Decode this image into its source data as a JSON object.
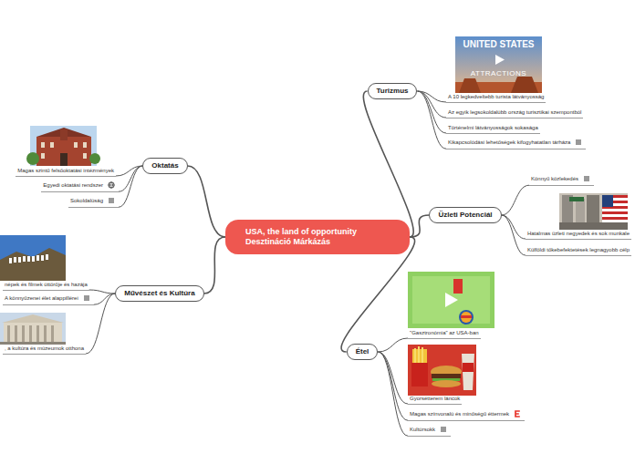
{
  "diagram": {
    "nodes": [
      {
        "text": [
          "USA, the land of opportunity Desztináció Márkázás"
        ]
      },
      {
        "text": [
          "Turizmus"
        ]
      },
      {
        "text": [
          "A 10 legkedveltebb turista látványosság"
        ]
      },
      {
        "text": [
          "Az egyik legsokoldalúbb ország turisztikai szempontból"
        ]
      },
      {
        "text": [
          "Történelmi látványosságok sokasága"
        ]
      },
      {
        "text": [
          "Kikapcsolódási lehetőségek kifogyhatatlan tárháza"
        ]
      },
      {
        "text": [
          "Oktatás"
        ]
      },
      {
        "text": [
          "Magas szintű felsőoktatási intézmények"
        ]
      },
      {
        "text": [
          "Egyedi oktatási rendszer"
        ]
      },
      {
        "text": [
          "Sokoldalúság"
        ]
      },
      {
        "text": [
          "Üzleti Potenciál"
        ]
      },
      {
        "text": [
          "Könnyű közlekedés"
        ]
      },
      {
        "text": [
          "Hatalmas üzleti negyedek és sok munkale"
        ]
      },
      {
        "text": [
          "Külföldi tőkebefektetések legnagyobb célp"
        ]
      },
      {
        "text": [
          "Művészet és Kultúra"
        ]
      },
      {
        "text": [
          "népek és filmek úttörője és hazája"
        ]
      },
      {
        "text": [
          "A könnyűzenei élet alappillérei"
        ]
      },
      {
        "text": [
          ", a kultúra és múzeumok otthona"
        ]
      },
      {
        "text": [
          "Étel"
        ]
      },
      {
        "text": [
          "\"Gasztronómia\" az USA-ban"
        ]
      },
      {
        "text": [
          "Gyorsétterem láncok"
        ]
      },
      {
        "text": [
          "Magas színvonalú és minőségű éttermek"
        ]
      },
      {
        "text": [
          "Kultúrsokk"
        ]
      }
    ],
    "edges": [
      {
        "from": 0,
        "to": 1,
        "arrow": "none"
      },
      {
        "from": 0,
        "to": 6,
        "arrow": "none"
      },
      {
        "from": 0,
        "to": 10,
        "arrow": "none"
      },
      {
        "from": 0,
        "to": 14,
        "arrow": "none"
      },
      {
        "from": 0,
        "to": 18,
        "arrow": "none"
      },
      {
        "from": 1,
        "to": 2,
        "arrow": "none"
      },
      {
        "from": 1,
        "to": 3,
        "arrow": "none"
      },
      {
        "from": 1,
        "to": 4,
        "arrow": "none"
      },
      {
        "from": 1,
        "to": 5,
        "arrow": "none"
      },
      {
        "from": 6,
        "to": 7,
        "arrow": "none"
      },
      {
        "from": 6,
        "to": 8,
        "arrow": "none"
      },
      {
        "from": 6,
        "to": 9,
        "arrow": "none"
      },
      {
        "from": 10,
        "to": 11,
        "arrow": "none"
      },
      {
        "from": 10,
        "to": 12,
        "arrow": "none"
      },
      {
        "from": 10,
        "to": 13,
        "arrow": "none"
      },
      {
        "from": 14,
        "to": 15,
        "arrow": "none"
      },
      {
        "from": 14,
        "to": 16,
        "arrow": "none"
      },
      {
        "from": 14,
        "to": 17,
        "arrow": "none"
      },
      {
        "from": 18,
        "to": 19,
        "arrow": "none"
      },
      {
        "from": 18,
        "to": 20,
        "arrow": "none"
      },
      {
        "from": 18,
        "to": 21,
        "arrow": "none"
      },
      {
        "from": 18,
        "to": 22,
        "arrow": "none"
      }
    ],
    "labels": [
      "UNITED STATES",
      "ATTRACTIONS"
    ]
  }
}
